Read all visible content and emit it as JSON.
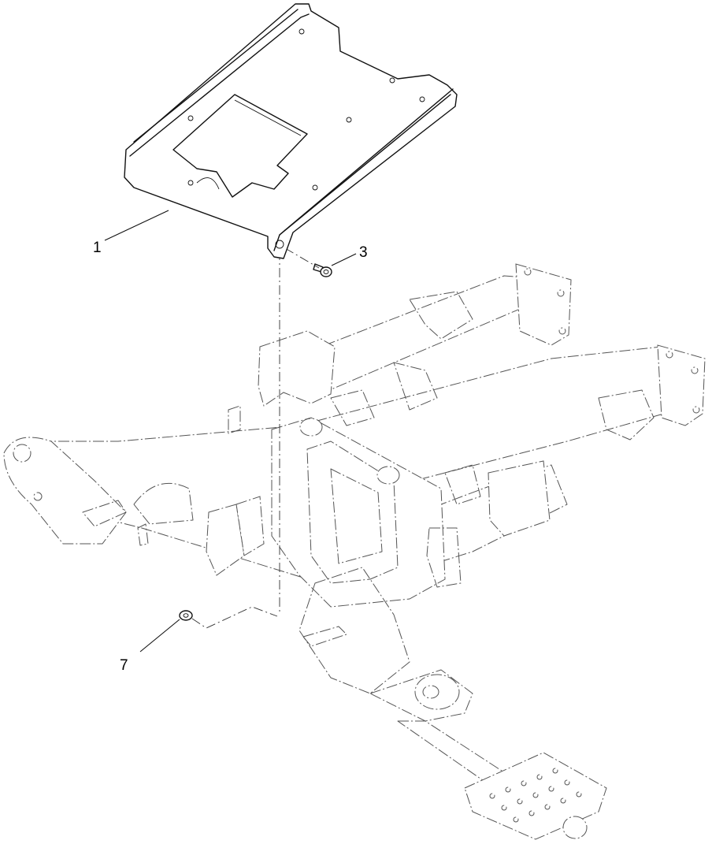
{
  "callouts": [
    {
      "id": "callout-1",
      "number": "1"
    },
    {
      "id": "callout-3",
      "number": "3"
    },
    {
      "id": "callout-7",
      "number": "7"
    }
  ]
}
